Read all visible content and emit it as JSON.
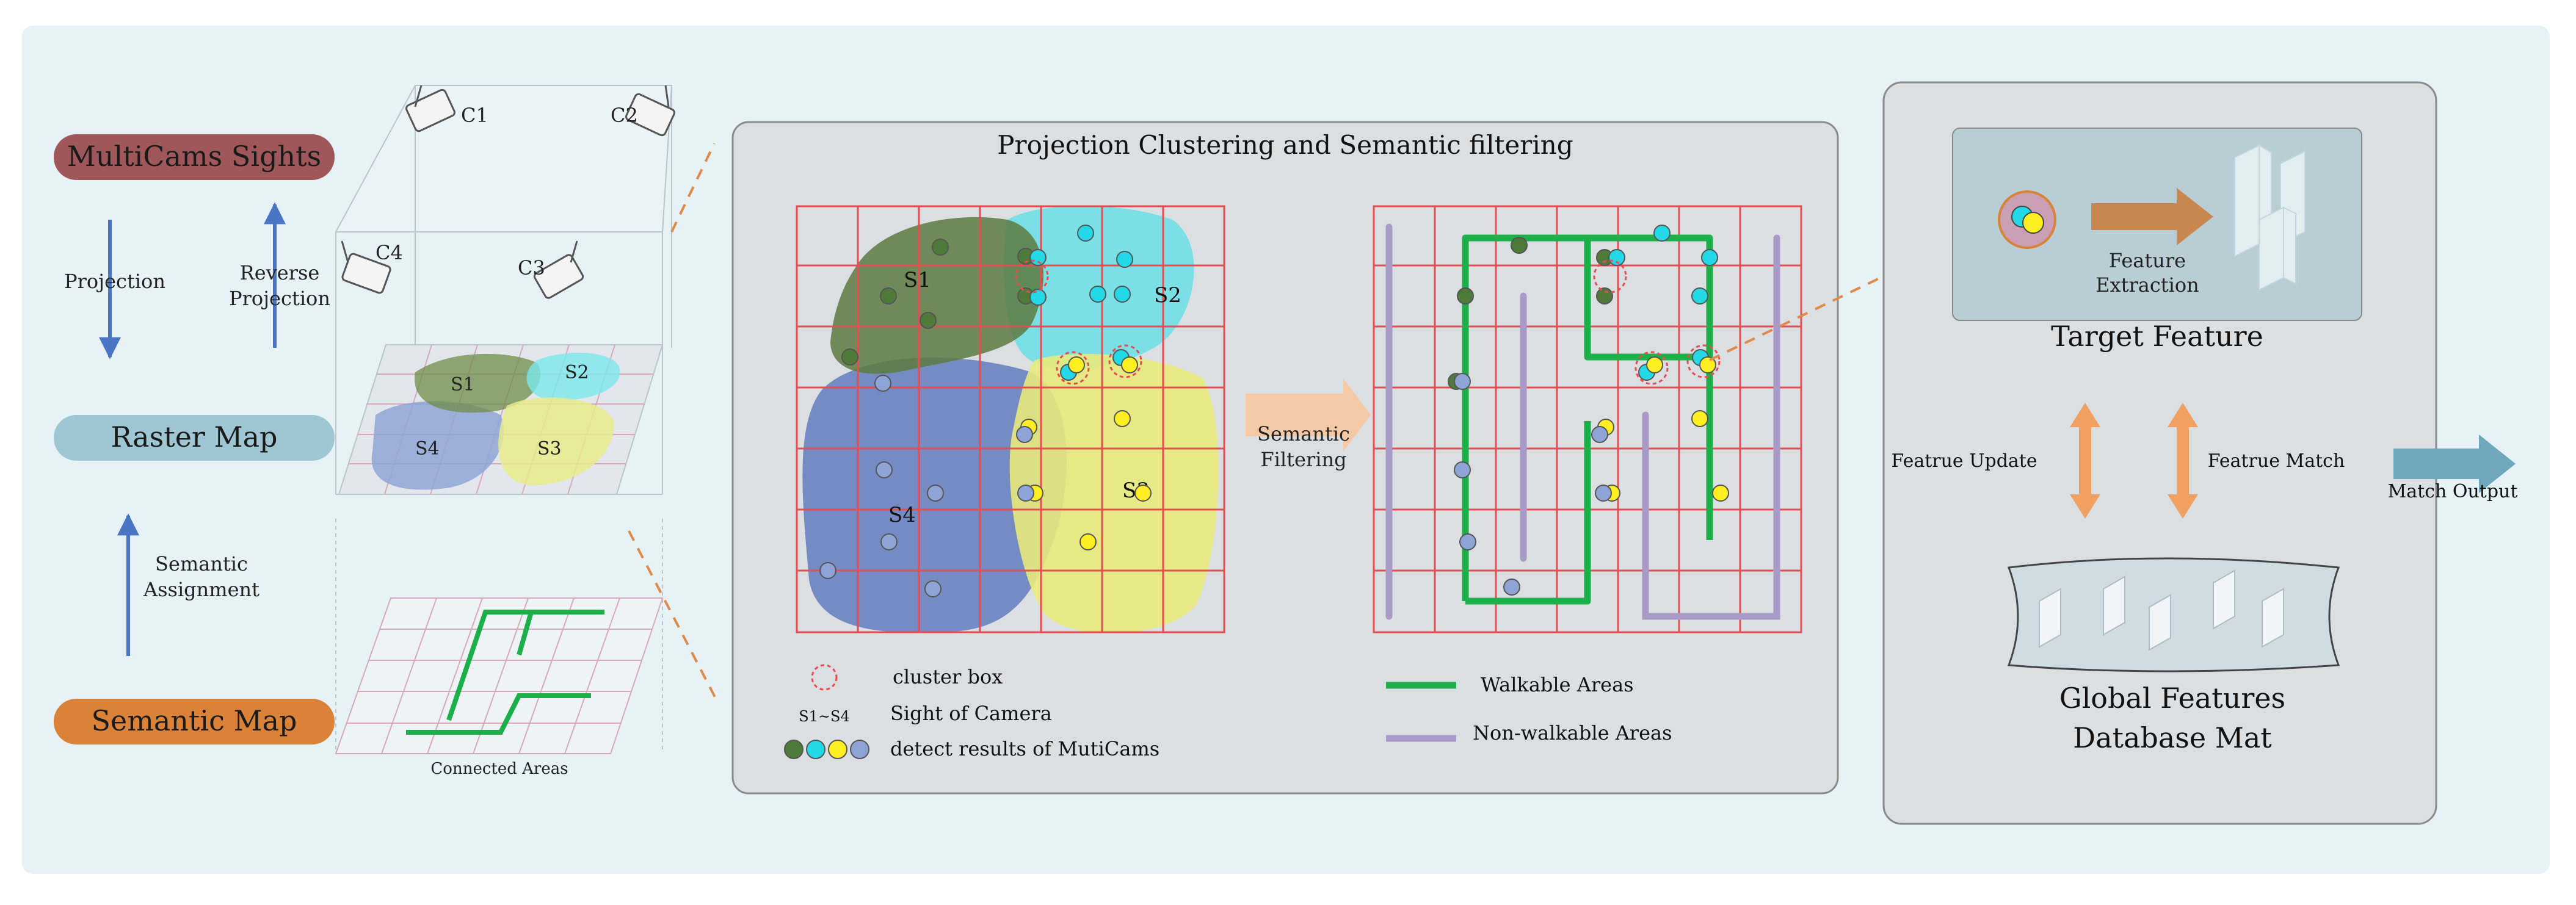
{
  "left": {
    "multicams_label": "MultiCams Sights",
    "raster_label": "Raster Map",
    "semantic_label": "Semantic Map",
    "projection": "Projection",
    "reverse_line1": "Reverse",
    "reverse_line2": "Projection",
    "assign_line1": "Semantic",
    "assign_line2": "Assignment",
    "connected_areas": "Connected Areas",
    "cameras": [
      "C1",
      "C2",
      "C3",
      "C4"
    ],
    "sights": [
      "S1",
      "S2",
      "S3",
      "S4"
    ]
  },
  "middle": {
    "title": "Projection Clustering and Semantic filtering",
    "filter_line1": "Semantic",
    "filter_line2": "Filtering",
    "legend": {
      "cluster_box": "cluster box",
      "sight_symbol": "S1~S4",
      "sight_text": "Sight of Camera",
      "detect_text": "detect results of MutiCams",
      "walkable": "Walkable Areas",
      "nonwalkable": "Non-walkable Areas"
    }
  },
  "right": {
    "target_feature": "Target Feature",
    "feature_line1": "Feature",
    "feature_line2": "Extraction",
    "update": "Featrue Update",
    "match": "Featrue Match",
    "match_output": "Match Output",
    "global_line1": "Global Features",
    "global_line2": "Database Mat"
  },
  "colors": {
    "background": "#e6f2f6",
    "panel": "#dcdfe2",
    "multicams": "#a0575a",
    "raster": "#9ec6d3",
    "semantic": "#d98238",
    "grid": "#e84b50",
    "s1": "#5d7a3f",
    "s2": "#6fe0e5",
    "s3": "#e8e97c",
    "s4": "#6f86c2",
    "walkable": "#1db04a",
    "nonwalkable": "#a99ac8",
    "arrow": "#4a74c4"
  }
}
